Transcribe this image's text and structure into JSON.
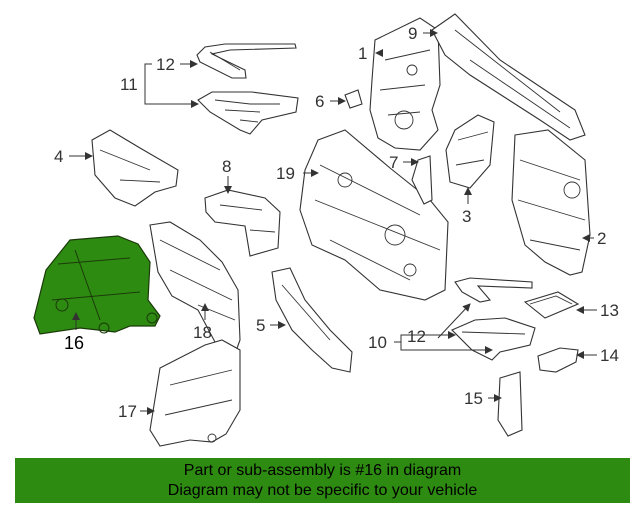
{
  "callouts": {
    "c1": "1",
    "c2": "2",
    "c3": "3",
    "c4": "4",
    "c5": "5",
    "c6": "6",
    "c7": "7",
    "c8": "8",
    "c9": "9",
    "c10": "10",
    "c11": "11",
    "c12a": "12",
    "c12b": "12",
    "c13": "13",
    "c14": "14",
    "c15": "15",
    "c16": "16",
    "c17": "17",
    "c18": "18",
    "c19": "19"
  },
  "highlight_color": "#2e8b12",
  "banner": {
    "line1": "Part or sub-assembly is #16 in diagram",
    "line2": "Diagram may not be specific to your vehicle"
  }
}
